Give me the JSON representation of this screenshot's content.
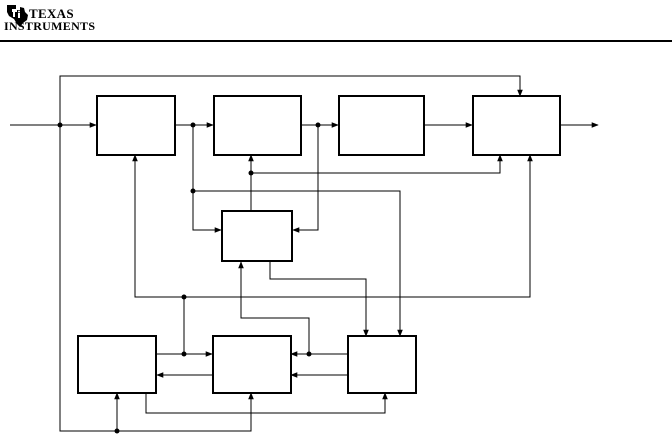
{
  "header": {
    "logo_line1": "Texas",
    "logo_line2": "Instruments",
    "logo_icon": "ti-state-logo-icon"
  },
  "diagram": {
    "blocks": [
      {
        "id": "block-1"
      },
      {
        "id": "block-2"
      },
      {
        "id": "block-3"
      },
      {
        "id": "block-4"
      },
      {
        "id": "block-5"
      },
      {
        "id": "block-6"
      },
      {
        "id": "block-7"
      },
      {
        "id": "block-8"
      }
    ]
  }
}
